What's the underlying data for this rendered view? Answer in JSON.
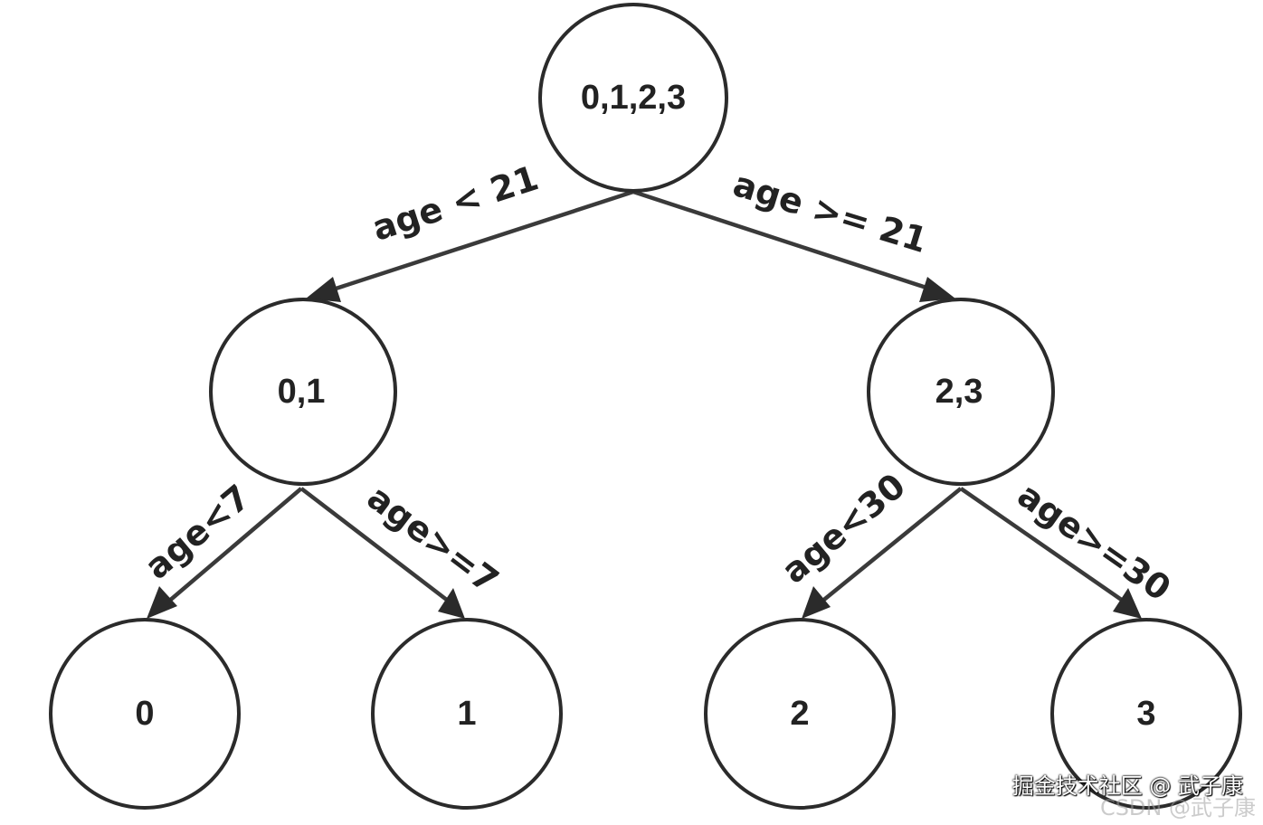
{
  "nodes": {
    "root": "0,1,2,3",
    "left": "0,1",
    "right": "2,3",
    "leaf0": "0",
    "leaf1": "1",
    "leaf2": "2",
    "leaf3": "3"
  },
  "edges": {
    "root_left": "age < 21",
    "root_right": "age >= 21",
    "left_leaf0": "age<7",
    "left_leaf1": "age>=7",
    "right_leaf2": "age<30",
    "right_leaf3": "age>=30"
  },
  "watermark": {
    "primary": "掘金技术社区 @ 武子康",
    "secondary": "CSDN @武子康"
  },
  "colors": {
    "stroke": "#2b2b2b",
    "background": "#ffffff"
  }
}
